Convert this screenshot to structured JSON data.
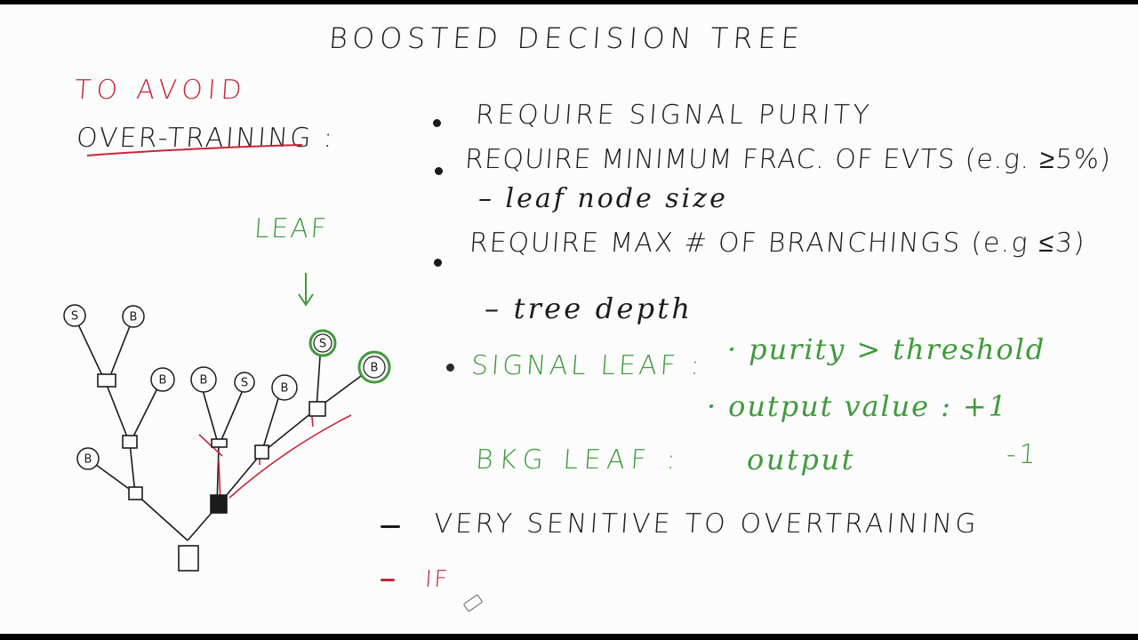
{
  "title": "BOOSTED DECISION TREE",
  "left_note": {
    "line1": "TO AVOID",
    "line2": "OVER-TRAINING :"
  },
  "leaf_label": "LEAF",
  "bullets": {
    "b1": "REQUIRE SIGNAL PURITY",
    "b2": "REQUIRE MINIMUM FRAC. OF EVTS (e.g. ≥5%)",
    "b2_sub": "– leaf node size",
    "b3": "REQUIRE MAX # OF BRANCHINGS (e.g ≤3)",
    "b3_sub": "– tree depth",
    "b4_head": "SIGNAL LEAF :",
    "b4_line1": "· purity > threshold",
    "b4_line2": "· output value : +1",
    "bkg_head": "BKG LEAF :",
    "bkg_output": "output",
    "bkg_value": "-1",
    "b5": "VERY SENITIVE TO OVERTRAINING",
    "b6": "IF"
  },
  "tree_nodes": {
    "n1": "S",
    "n2": "B",
    "n3": "B",
    "n4": "B",
    "n5": "S",
    "n6": "B",
    "n7": "S",
    "n8": "B",
    "n9": "B"
  },
  "colors": {
    "black_ink": "#1b1b1b",
    "red_ink": "#c8253a",
    "green_ink": "#3f9a3c",
    "board": "#fcfcfc"
  }
}
